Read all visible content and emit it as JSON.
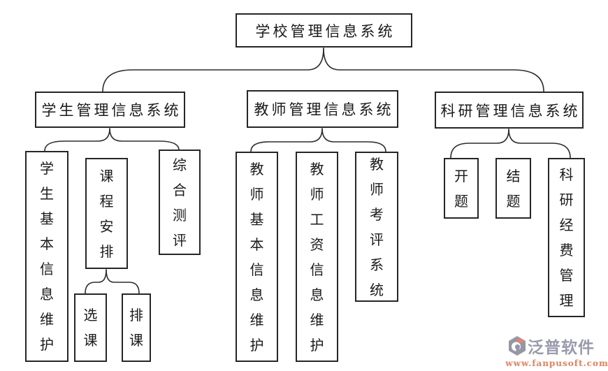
{
  "tree": {
    "label": "学校管理信息系统",
    "children": [
      {
        "label": "学生管理信息系统",
        "children": [
          {
            "label": "学生基本信息维护"
          },
          {
            "label": "课程安排",
            "children": [
              {
                "label": "选课"
              },
              {
                "label": "排课"
              }
            ]
          },
          {
            "label": "综合测评"
          }
        ]
      },
      {
        "label": "教师管理信息系统",
        "children": [
          {
            "label": "教师基本信息维护"
          },
          {
            "label": "教师工资信息维护"
          },
          {
            "label": "教师考评系统"
          }
        ]
      },
      {
        "label": "科研管理信息系统",
        "children": [
          {
            "label": "开题"
          },
          {
            "label": "结题"
          },
          {
            "label": "科研经费管理"
          }
        ]
      }
    ]
  },
  "watermark": {
    "brand": "泛普软件",
    "url": "www.fanpusoft.com",
    "brand_color": "#999bac",
    "url_color": "#e0815f",
    "icon_gray": "#9597a7",
    "icon_accent": "#e8836b"
  },
  "colors": {
    "background": "#ffffff",
    "box_border": "#262626",
    "edge_line": "#2d2d2d",
    "text": "#1a1a1a"
  }
}
